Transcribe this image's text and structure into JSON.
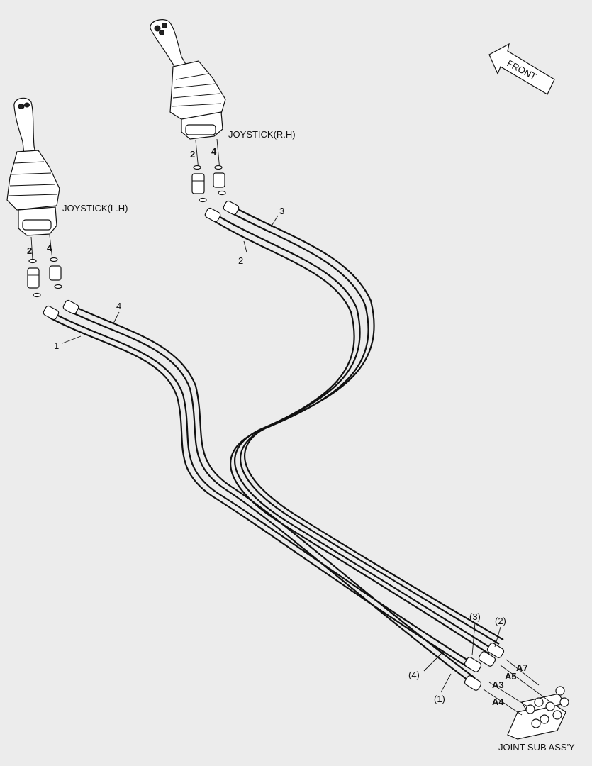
{
  "labels": {
    "front": "FRONT",
    "joystick_rh": "JOYSTICK(R.H)",
    "joystick_lh": "JOYSTICK(L.H)",
    "joint_sub_assy": "JOINT SUB ASS'Y",
    "rh_port_2": "2",
    "rh_port_4": "4",
    "lh_port_2": "2",
    "lh_port_4": "4",
    "callout_rh_3": "3",
    "callout_rh_2": "2",
    "callout_lh_4": "4",
    "callout_lh_1": "1",
    "callout_end_3": "(3)",
    "callout_end_2": "(2)",
    "callout_end_4": "(4)",
    "callout_end_1": "(1)",
    "port_a7": "A7",
    "port_a5": "A5",
    "port_a3": "A3",
    "port_a4": "A4"
  }
}
